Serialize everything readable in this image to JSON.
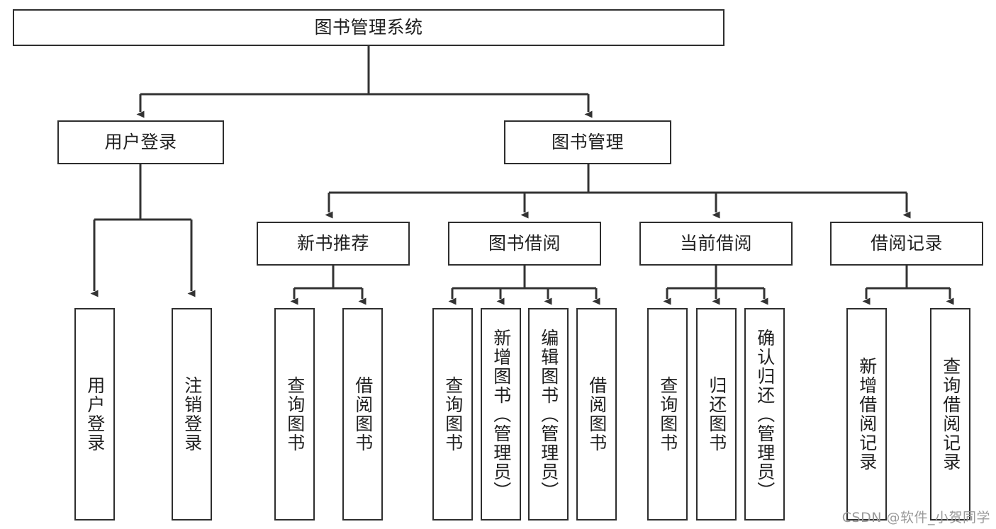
{
  "diagram": {
    "type": "tree-hierarchy",
    "title": "图书管理系统",
    "orientation": "top-down",
    "colors": {
      "box_border": "#2e2e2e",
      "box_fill": "#ffffff",
      "connector": "#333333",
      "text": "#1f1f1f",
      "watermark": "#9a9a9a"
    },
    "root": {
      "label": "图书管理系统"
    },
    "level2": [
      {
        "label": "用户登录"
      },
      {
        "label": "图书管理"
      }
    ],
    "level3": [
      {
        "label": "新书推荐"
      },
      {
        "label": "图书借阅"
      },
      {
        "label": "当前借阅"
      },
      {
        "label": "借阅记录"
      }
    ],
    "leaves": {
      "user_login": [
        {
          "label": "用户登录"
        },
        {
          "label": "注销登录"
        }
      ],
      "new_book_recommend": [
        {
          "label": "查询图书"
        },
        {
          "label": "借阅图书"
        }
      ],
      "book_borrow": [
        {
          "label": "查询图书"
        },
        {
          "label": "新增图书（管理员）"
        },
        {
          "label": "编辑图书（管理员）"
        },
        {
          "label": "借阅图书"
        }
      ],
      "current_borrow": [
        {
          "label": "查询图书"
        },
        {
          "label": "归还图书"
        },
        {
          "label": "确认归还（管理员）"
        }
      ],
      "borrow_record": [
        {
          "label": "新增借阅记录"
        },
        {
          "label": "查询借阅记录"
        }
      ]
    }
  },
  "watermark": {
    "text": "CSDN @软件_小贺同学"
  }
}
